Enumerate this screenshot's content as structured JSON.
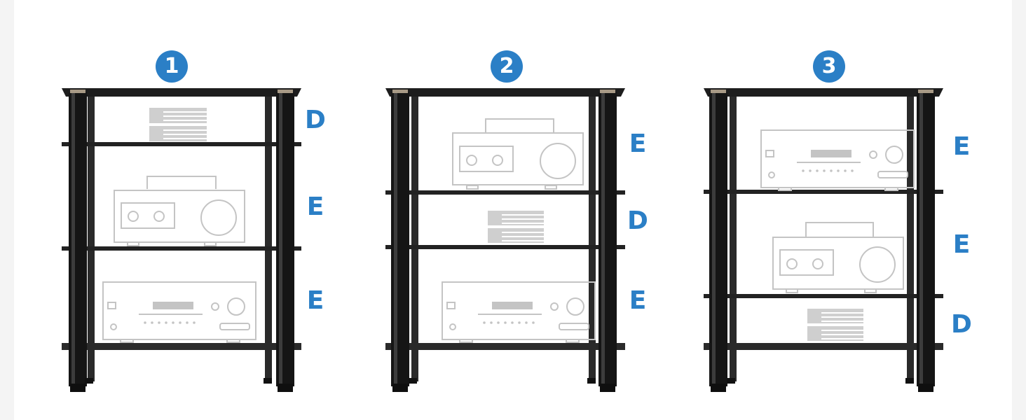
{
  "configurations": [
    {
      "number": "1",
      "shelves": [
        "D",
        "E",
        "E"
      ],
      "devices": [
        "books",
        "radio",
        "receiver"
      ]
    },
    {
      "number": "2",
      "shelves": [
        "E",
        "D",
        "E"
      ],
      "devices": [
        "radio",
        "books",
        "receiver"
      ]
    },
    {
      "number": "3",
      "shelves": [
        "E",
        "E",
        "D"
      ],
      "devices": [
        "receiver",
        "radio",
        "books"
      ]
    }
  ],
  "colors": {
    "badge": "#2b7fc6",
    "label": "#2b7fc6",
    "frame": "#1b1b1b",
    "device_outline": "#c4c4c4"
  },
  "icons": [
    "books-icon",
    "boombox-radio-icon",
    "av-receiver-icon",
    "media-rack-icon"
  ]
}
